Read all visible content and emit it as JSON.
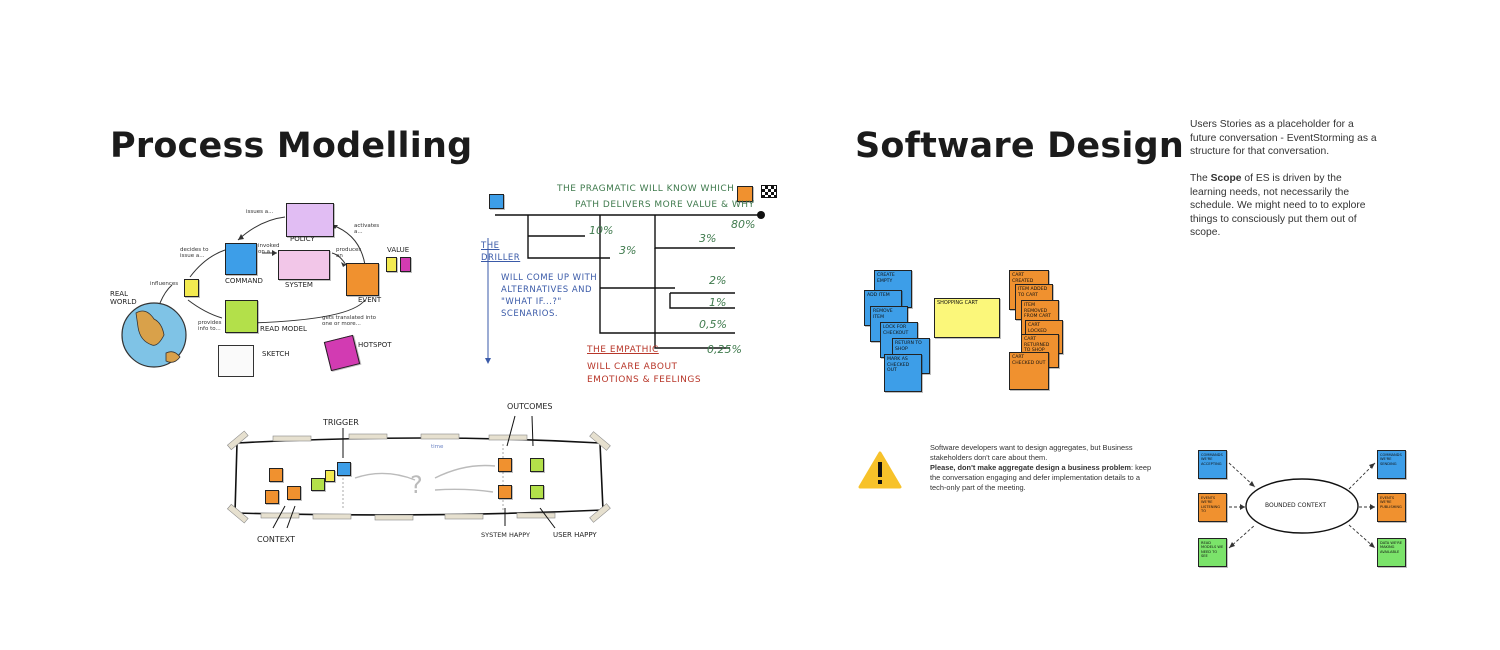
{
  "titles": {
    "process_modelling": "Process Modelling",
    "software_design": "Software Design"
  },
  "process_sketch": {
    "policy": "Policy",
    "command": "Command",
    "system": "System",
    "event": "Event",
    "value": "Value",
    "real_world": "Real World",
    "read_model": "Read Model",
    "hotspot": "Hotspot",
    "sketch": "Sketch",
    "issues": "issues a...",
    "decides": "decides to issue a...",
    "invoked": "invoked on a",
    "produces": "produces an",
    "activates": "activates a...",
    "influences": "influences",
    "provides": "provides info to...",
    "translated": "gets translated into one or more..."
  },
  "persona_sketch": {
    "pragmatic_line1": "The Pragmatic will know which",
    "pragmatic_line2": "path delivers more value & why",
    "driller_name": "The Driller",
    "driller_text": [
      "will come up with",
      "alternatives and",
      "\"what if...?\"",
      "scenarios."
    ],
    "empathic_name": "The Empathic",
    "empathic_text": [
      "will care about",
      "emotions & feelings"
    ],
    "percentages": [
      "80%",
      "10%",
      "3%",
      "3%",
      "2%",
      "1%",
      "0,5%",
      "0,25%"
    ]
  },
  "flow_sketch": {
    "trigger": "Trigger",
    "outcomes": "Outcomes",
    "context": "Context",
    "system_happy": "System happy",
    "user_happy": "User happy",
    "timeline": "time"
  },
  "stickies_left": [
    "Create Empty",
    "Add Item",
    "Remove Item",
    "Lock for Checkout",
    "Return to Shop",
    "Mark as Checked Out"
  ],
  "shopping_cart": "Shopping Cart",
  "stickies_right": [
    "Cart Created",
    "Item added to cart",
    "Item Removed from cart",
    "Cart Locked",
    "Cart Returned to Shop",
    "Cart Checked Out"
  ],
  "right_text": {
    "p1": "Users Stories as a placeholder for a future conversation - EventStorming as a structure for that conversation.",
    "p2_pre": "The ",
    "p2_bold": "Scope",
    "p2_post": " of ES is driven by the learning needs, not necessarily the schedule. We might need to to explore things to consciously put them out of scope."
  },
  "warning": {
    "line1": "Software developers want to design aggregates, but Business stakeholders don't  care about them.",
    "bold": "Please, don't make aggregate design a business problem",
    "rest": ": keep the conversation engaging and defer implementation details to a tech-only part of the meeting."
  },
  "bounded_context": {
    "center": "Bounded Context",
    "left_notes": [
      "Commands we're accepting",
      "Events we're listening to",
      "Read models we need to see"
    ],
    "right_notes": [
      "Commands we're sending",
      "Events we're publishing",
      "Data we're making available"
    ]
  },
  "colors": {
    "command": "#3d9ee8",
    "event": "#f0912f",
    "policy": "#e1bdf3",
    "system": "#f2c6e8",
    "read_model": "#b3e04a",
    "hotspot": "#d23bb2",
    "value_yellow": "#f3ea50",
    "sticky_yellow": "#fbf77a",
    "bc_green": "#7be36a"
  }
}
